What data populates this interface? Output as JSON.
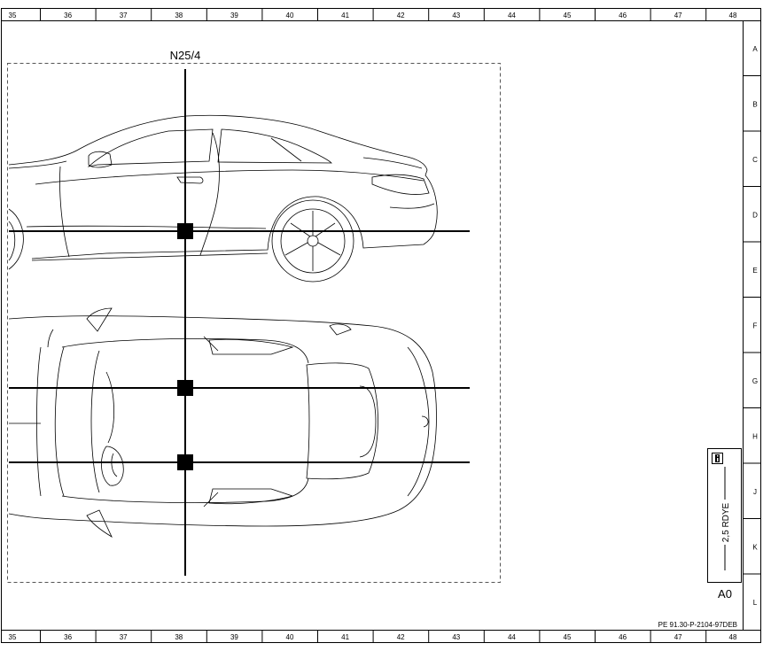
{
  "drawing": {
    "column_labels": [
      "35",
      "36",
      "37",
      "38",
      "39",
      "40",
      "41",
      "42",
      "43",
      "44",
      "45",
      "46",
      "47",
      "48"
    ],
    "row_labels": [
      "A",
      "B",
      "C",
      "D",
      "E",
      "F",
      "G",
      "H",
      "J",
      "K",
      "L"
    ],
    "component_label": "N25/4",
    "wire_label": "2,5 RDYE",
    "connector_label": "A0",
    "info_icon": "info-icon",
    "document_id": "PE 91.30-P-2104-97DEB"
  }
}
